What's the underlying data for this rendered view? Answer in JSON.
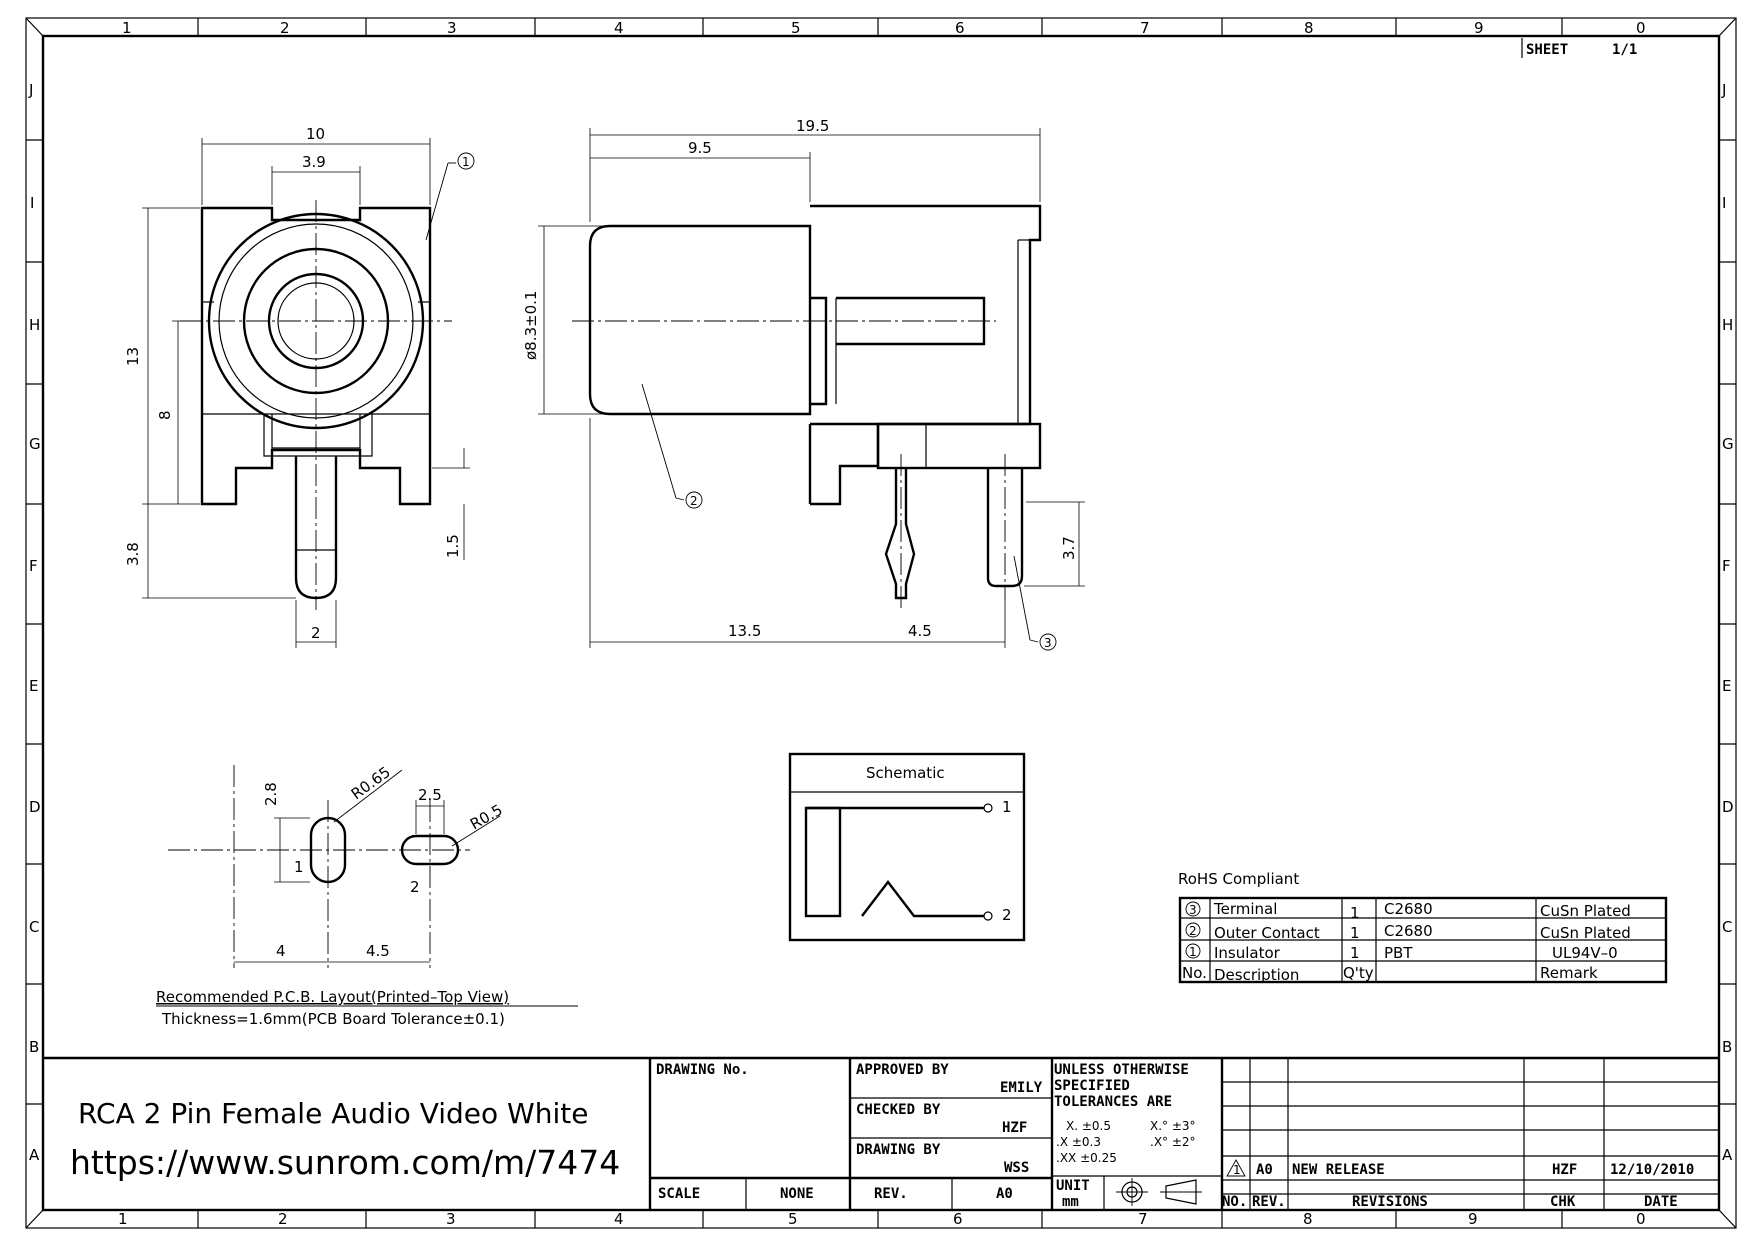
{
  "zones": {
    "columns": [
      "1",
      "2",
      "3",
      "4",
      "5",
      "6",
      "7",
      "8",
      "9",
      "0"
    ],
    "rows": [
      "J",
      "I",
      "H",
      "G",
      "F",
      "E",
      "D",
      "C",
      "B",
      "A"
    ]
  },
  "sheet": {
    "label": "SHEET",
    "value": "1/1"
  },
  "front_view": {
    "dims": {
      "width": "10",
      "bore": "3.9",
      "height": "13",
      "center": "8",
      "pin_len": "3.8",
      "offset": "1.5",
      "pin_w": "2"
    },
    "callout": "1"
  },
  "side_view": {
    "dims": {
      "length": "19.5",
      "half": "9.5",
      "dia": "ø8.3±0.1",
      "x1": "13.5",
      "x2": "4.5",
      "pin": "3.7"
    },
    "callouts": [
      "2",
      "3"
    ]
  },
  "pcb": {
    "dims": {
      "d28": "2.8",
      "r065": "R0.65",
      "d25": "2.5",
      "r05": "R0.5",
      "d4": "4",
      "d45": "4.5"
    },
    "pins": [
      "1",
      "2"
    ],
    "caption1": "Recommended P.C.B. Layout(Printed–Top View)",
    "caption2": "Thickness=1.6mm(PCB Board Tolerance±0.1)"
  },
  "schematic": {
    "title": "Schematic",
    "pins": [
      "1",
      "2"
    ]
  },
  "bom": {
    "rohs": "RoHS Compliant",
    "rows": [
      {
        "no": "3",
        "desc": "Terminal",
        "qty": "1",
        "mat": "C2680",
        "remark": "CuSn Plated"
      },
      {
        "no": "2",
        "desc": "Outer Contact",
        "qty": "1",
        "mat": "C2680",
        "remark": "CuSn Plated"
      },
      {
        "no": "1",
        "desc": "Insulator",
        "qty": "1",
        "mat": "PBT",
        "remark": "UL94V–0"
      }
    ],
    "header": {
      "no": "No.",
      "desc": "Description",
      "qty": "Q'ty",
      "remark": "Remark"
    }
  },
  "title_block": {
    "product": "RCA 2 Pin Female Audio Video White",
    "url": "https://www.sunrom.com/m/7474",
    "drawing_no": "DRAWING No.",
    "scale": "SCALE",
    "scale_val": "NONE",
    "approved_by": "APPROVED BY",
    "approved_name": "EMILY",
    "checked_by": "CHECKED BY",
    "checked_name": "HZF",
    "drawing_by": "DRAWING BY",
    "drawing_name": "WSS",
    "rev": "REV.",
    "rev_val": "A0",
    "tol1": "UNLESS OTHERWISE",
    "tol2": "SPECIFIED",
    "tol3": "TOLERANCES ARE",
    "tol_x": "X.  ±0.5",
    "tol_xx": ".X   ±0.3",
    "tol_xxx": ".XX  ±0.25",
    "tol_a1": "X.°  ±3°",
    "tol_a2": ".X°  ±2°",
    "unit": "UNIT",
    "unit_val": "mm",
    "rev_no": "1",
    "rev_code": "A0",
    "rev_desc": "NEW RELEASE",
    "rev_chk": "HZF",
    "rev_date": "12/10/2010",
    "hdr_no": "NO.",
    "hdr_rev": "REV.",
    "hdr_revisions": "REVISIONS",
    "hdr_chk": "CHK",
    "hdr_date": "DATE"
  }
}
